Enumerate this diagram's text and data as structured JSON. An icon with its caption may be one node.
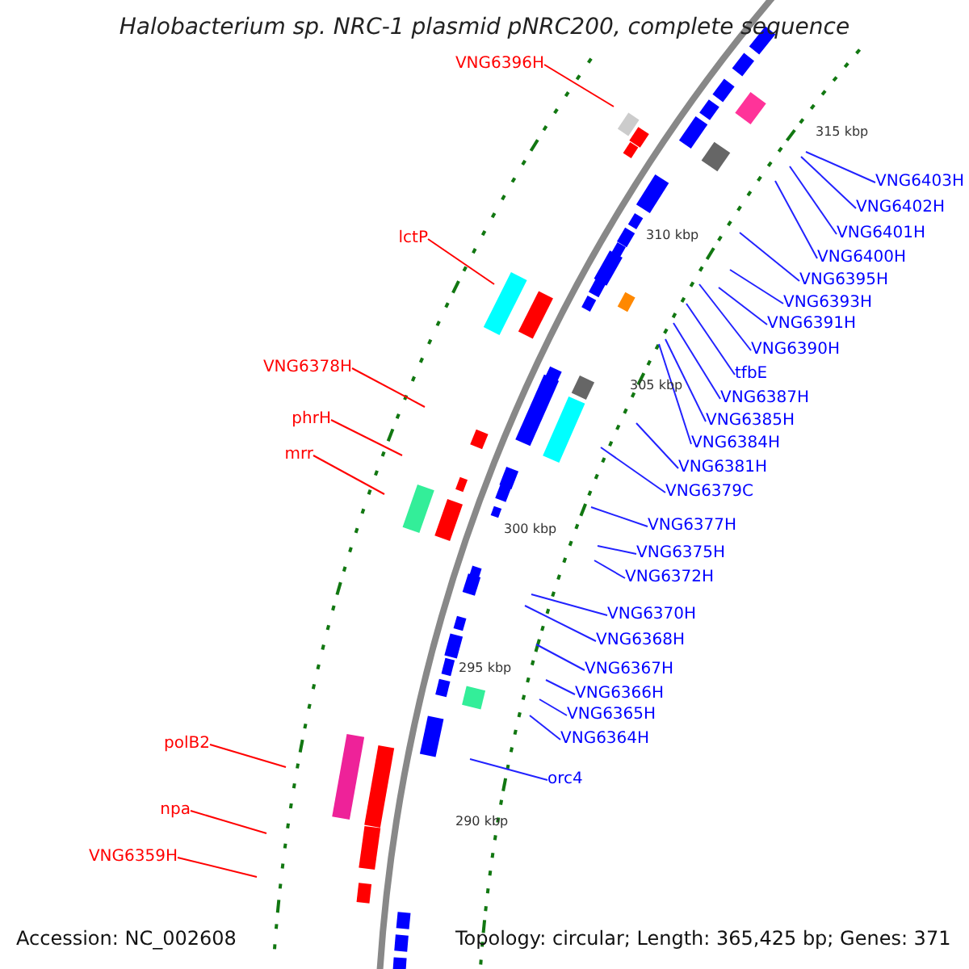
{
  "diagram": {
    "title": "Halobacterium sp. NRC-1 plasmid pNRC200, complete sequence",
    "nodes": [
      {
        "text": [
          "VNG6396H"
        ]
      },
      {
        "text": [
          "VNG6403H"
        ]
      },
      {
        "text": [
          "VNG6402H"
        ]
      },
      {
        "text": [
          "VNG6401H"
        ]
      },
      {
        "text": [
          "lctP"
        ]
      },
      {
        "text": [
          "VNG6400H"
        ]
      },
      {
        "text": [
          "VNG6395H"
        ]
      },
      {
        "text": [
          "VNG6393H"
        ]
      },
      {
        "text": [
          "VNG6391H"
        ]
      },
      {
        "text": [
          "VNG6390H"
        ]
      },
      {
        "text": [
          "VNG6378H"
        ]
      },
      {
        "text": [
          "tfbE"
        ]
      },
      {
        "text": [
          "VNG6387H"
        ]
      },
      {
        "text": [
          "phrH"
        ]
      },
      {
        "text": [
          "VNG6385H"
        ]
      },
      {
        "text": [
          "VNG6384H"
        ]
      },
      {
        "text": [
          "mrr"
        ]
      },
      {
        "text": [
          "VNG6381H"
        ]
      },
      {
        "text": [
          "VNG6379C"
        ]
      },
      {
        "text": [
          "VNG6377H"
        ]
      },
      {
        "text": [
          "VNG6375H"
        ]
      },
      {
        "text": [
          "VNG6372H"
        ]
      },
      {
        "text": [
          "VNG6370H"
        ]
      },
      {
        "text": [
          "VNG6368H"
        ]
      },
      {
        "text": [
          "VNG6367H"
        ]
      },
      {
        "text": [
          "VNG6366H"
        ]
      },
      {
        "text": [
          "VNG6365H"
        ]
      },
      {
        "text": [
          "VNG6364H"
        ]
      },
      {
        "text": [
          "polB2"
        ]
      },
      {
        "text": [
          "orc4"
        ]
      },
      {
        "text": [
          "npa"
        ]
      },
      {
        "text": [
          "VNG6359H"
        ]
      }
    ],
    "edges": [
      {
        "from": 0,
        "to": null,
        "arrow": "none",
        "color": "#ff0000"
      },
      {
        "from": 1,
        "to": null,
        "arrow": "none"
      },
      {
        "from": 2,
        "to": null,
        "arrow": "none"
      },
      {
        "from": 3,
        "to": null,
        "arrow": "none"
      },
      {
        "from": 4,
        "to": null,
        "arrow": "none",
        "color": "#ff0000"
      },
      {
        "from": 5,
        "to": null,
        "arrow": "none"
      },
      {
        "from": 6,
        "to": null,
        "arrow": "none"
      },
      {
        "from": 7,
        "to": null,
        "arrow": "none"
      },
      {
        "from": 8,
        "to": null,
        "arrow": "none"
      },
      {
        "from": 9,
        "to": null,
        "arrow": "none"
      },
      {
        "from": 10,
        "to": null,
        "arrow": "none",
        "color": "#ff0000"
      },
      {
        "from": 11,
        "to": null,
        "arrow": "none"
      },
      {
        "from": 12,
        "to": null,
        "arrow": "none"
      },
      {
        "from": 13,
        "to": null,
        "arrow": "none",
        "color": "#ff0000"
      },
      {
        "from": 14,
        "to": null,
        "arrow": "none"
      },
      {
        "from": 15,
        "to": null,
        "arrow": "none"
      },
      {
        "from": 16,
        "to": null,
        "arrow": "none",
        "color": "#ff0000"
      },
      {
        "from": 17,
        "to": null,
        "arrow": "none"
      },
      {
        "from": 18,
        "to": null,
        "arrow": "none"
      },
      {
        "from": 19,
        "to": null,
        "arrow": "none"
      },
      {
        "from": 20,
        "to": null,
        "arrow": "none"
      },
      {
        "from": 21,
        "to": null,
        "arrow": "none"
      },
      {
        "from": 22,
        "to": null,
        "arrow": "none"
      },
      {
        "from": 23,
        "to": null,
        "arrow": "none"
      },
      {
        "from": 24,
        "to": null,
        "arrow": "none"
      },
      {
        "from": 25,
        "to": null,
        "arrow": "none"
      },
      {
        "from": 26,
        "to": null,
        "arrow": "none"
      },
      {
        "from": 27,
        "to": null,
        "arrow": "none"
      },
      {
        "from": 28,
        "to": null,
        "arrow": "none",
        "color": "#ff0000"
      },
      {
        "from": 29,
        "to": null,
        "arrow": "none"
      },
      {
        "from": 30,
        "to": null,
        "arrow": "none",
        "color": "#ff0000"
      },
      {
        "from": 31,
        "to": null,
        "arrow": "none",
        "color": "#ff0000"
      }
    ],
    "labels": [
      "315 kbp",
      "310 kbp",
      "305 kbp",
      "300 kbp",
      "295 kbp",
      "290 kbp",
      "Accession: NC_002608",
      "Topology: circular; Length: 365,425 bp; Genes: 371"
    ]
  }
}
